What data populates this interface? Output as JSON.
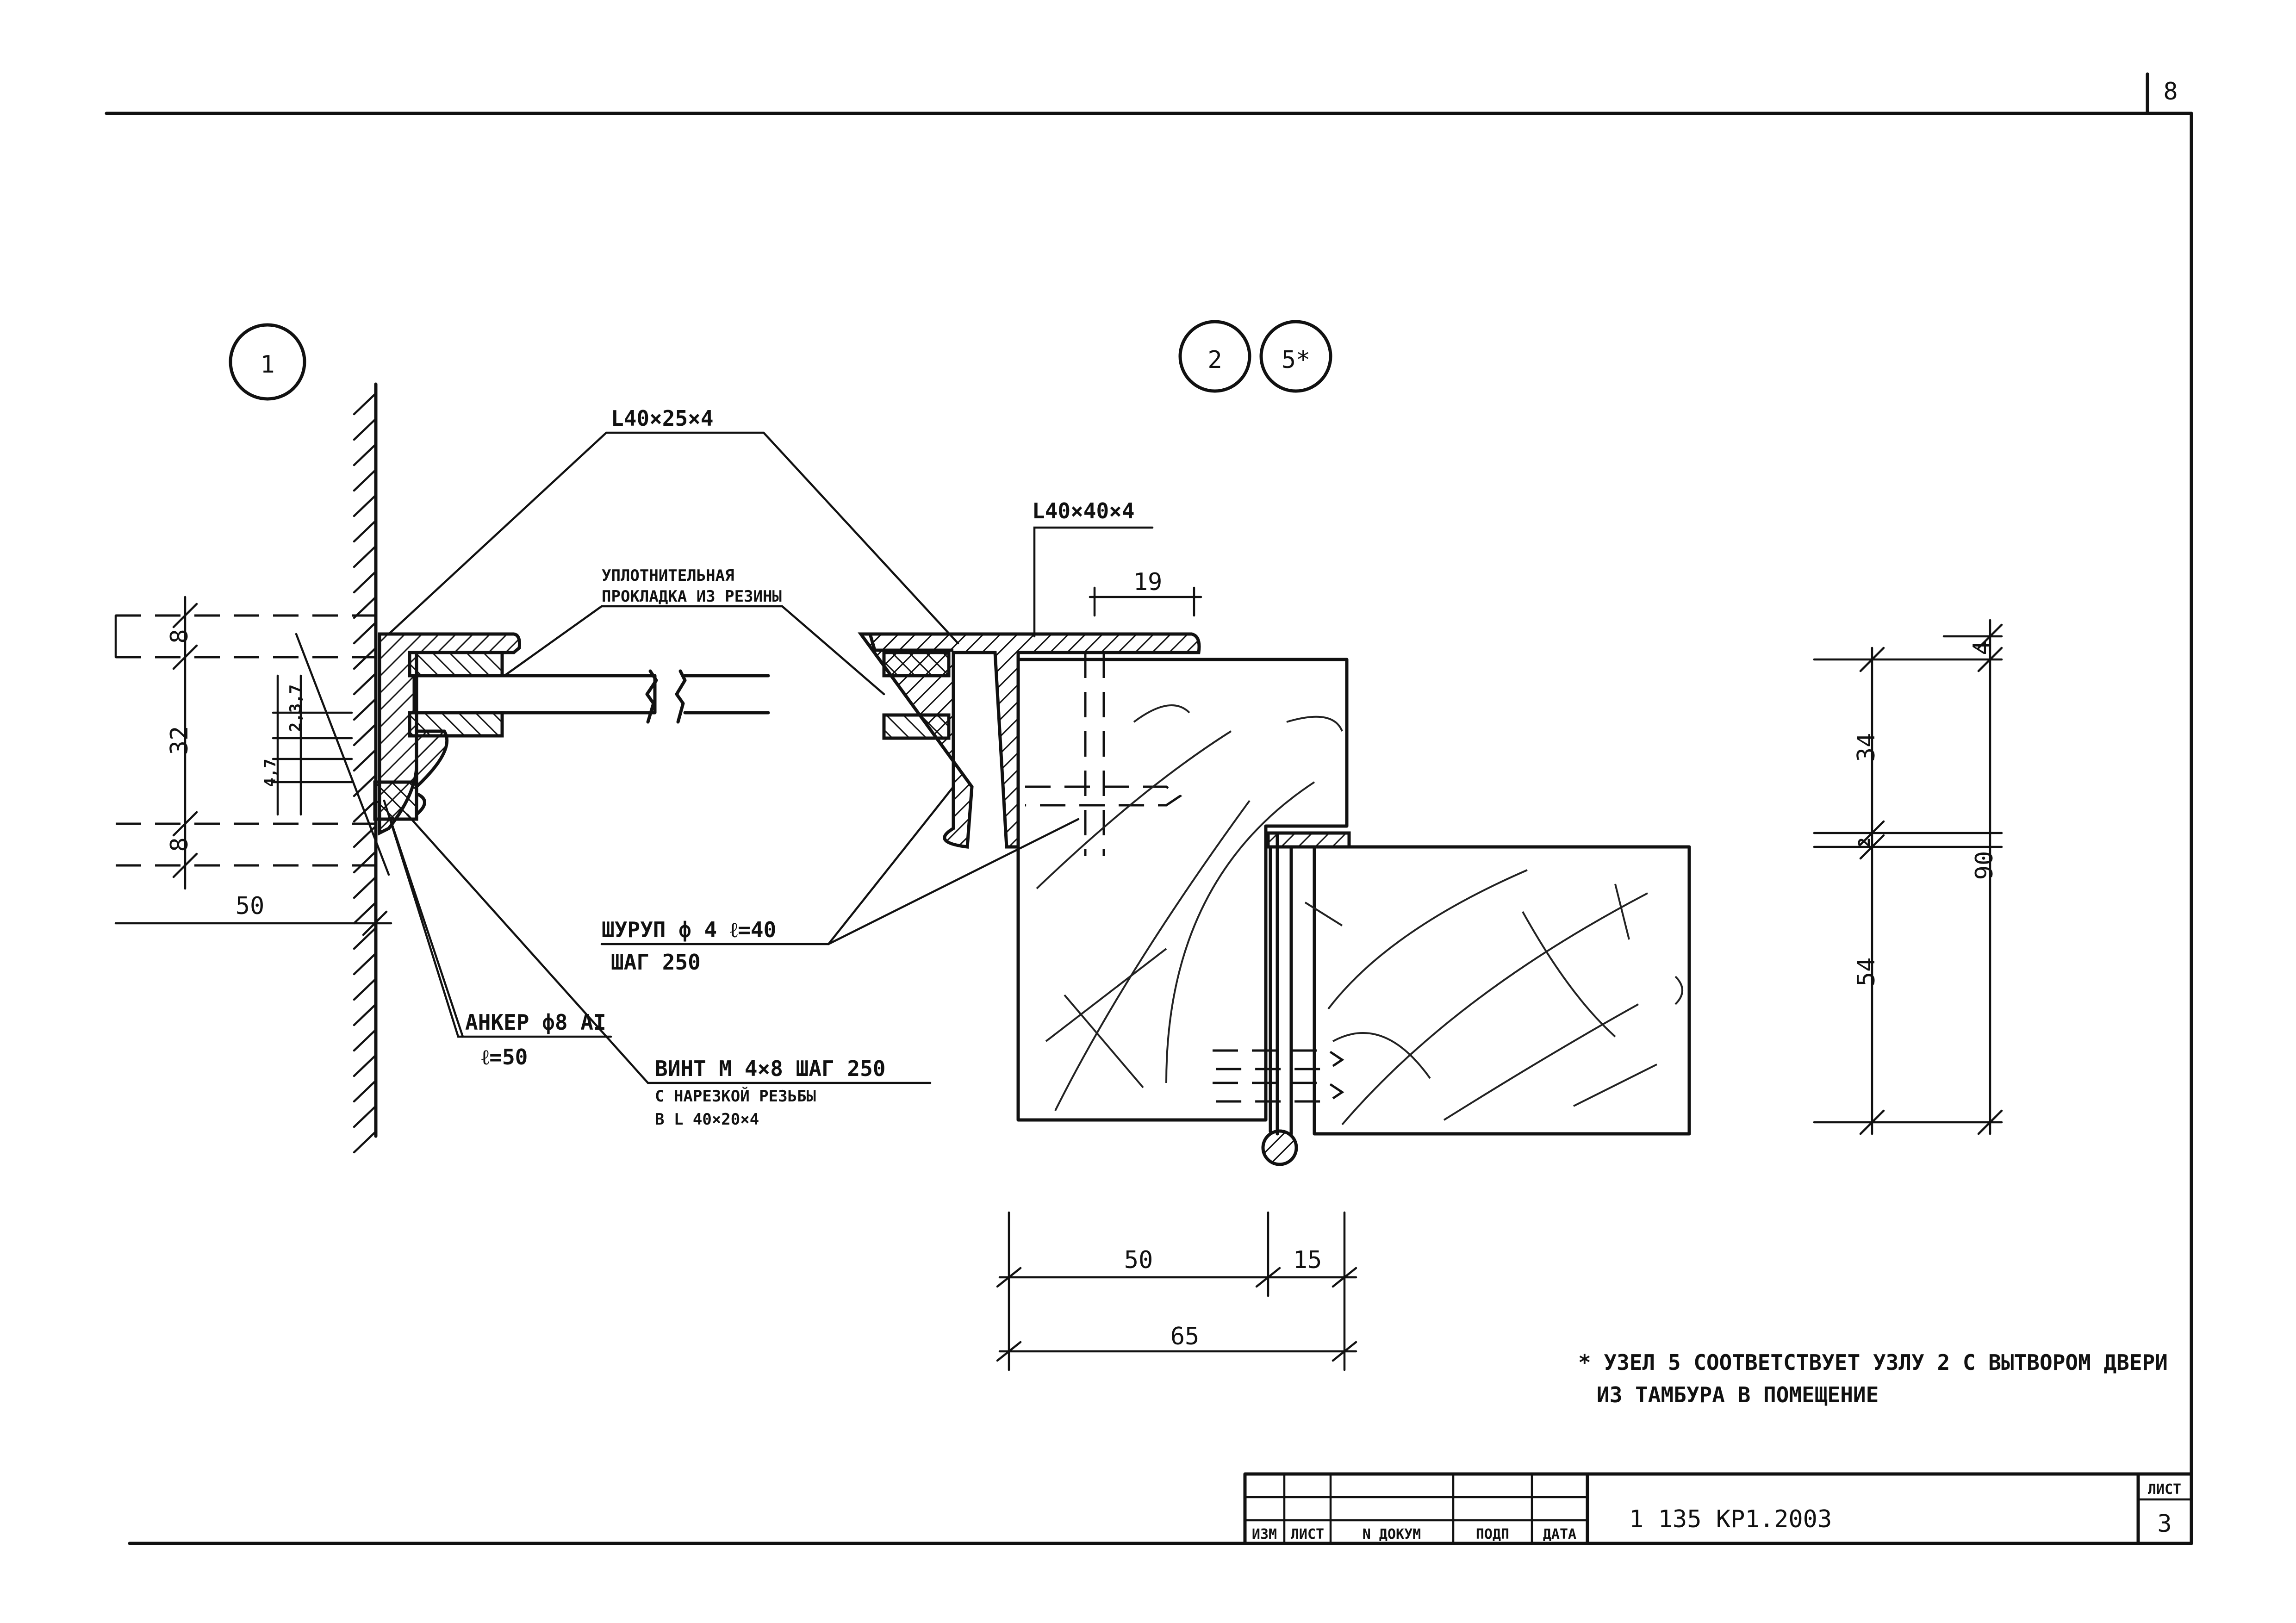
{
  "sheet": {
    "top_right_number": "8",
    "title_block_code": "1 135 КР1.2003",
    "sheet_label": "ЛИСТ",
    "sheet_number": "3",
    "columns": [
      "ИЗМ",
      "ЛИСТ",
      "N ДОКУМ",
      "ПОДП",
      "ДАТА"
    ]
  },
  "nodes": {
    "node1": "1",
    "node2": "2",
    "node5": "5*"
  },
  "labels": {
    "angle_40x25": "L40×25×4",
    "angle_40x40": "L40×40×4",
    "gasket_line1": "УПЛОТНИТЕЛЬНАЯ",
    "gasket_line2": "ПРОКЛАДКА ИЗ РЕЗИНЫ",
    "screw_line1": "ШУРУП ф 4 ℓ=40",
    "screw_line2": "ШАГ 250",
    "anchor_line1": "АНКЕР ф8 АI",
    "anchor_line2": "ℓ=50",
    "bolt_line1": "ВИНТ М 4×8 ШАГ 250",
    "bolt_line2": "С НАРЕЗКОЙ РЕЗЬБЫ",
    "bolt_line3": "В L 40×20×4"
  },
  "dimensions": {
    "d8_top": "8",
    "d32": "32",
    "d8_bottom": "8",
    "d50_left": "50",
    "d_4_7": "4,7",
    "d_2_3_7": "2,3,7",
    "d19": "19",
    "d50_bottom": "50",
    "d15": "15",
    "d65": "65",
    "d4": "4",
    "d34": "34",
    "d2": "2",
    "d54": "54",
    "d90": "90"
  },
  "note": {
    "line1": "* УЗЕЛ 5 СООТВЕТСТВУЕТ УЗЛУ 2 С ВЫТВОРОМ ДВЕРИ",
    "line2": "ИЗ ТАМБУРА В ПОМЕЩЕНИЕ"
  }
}
